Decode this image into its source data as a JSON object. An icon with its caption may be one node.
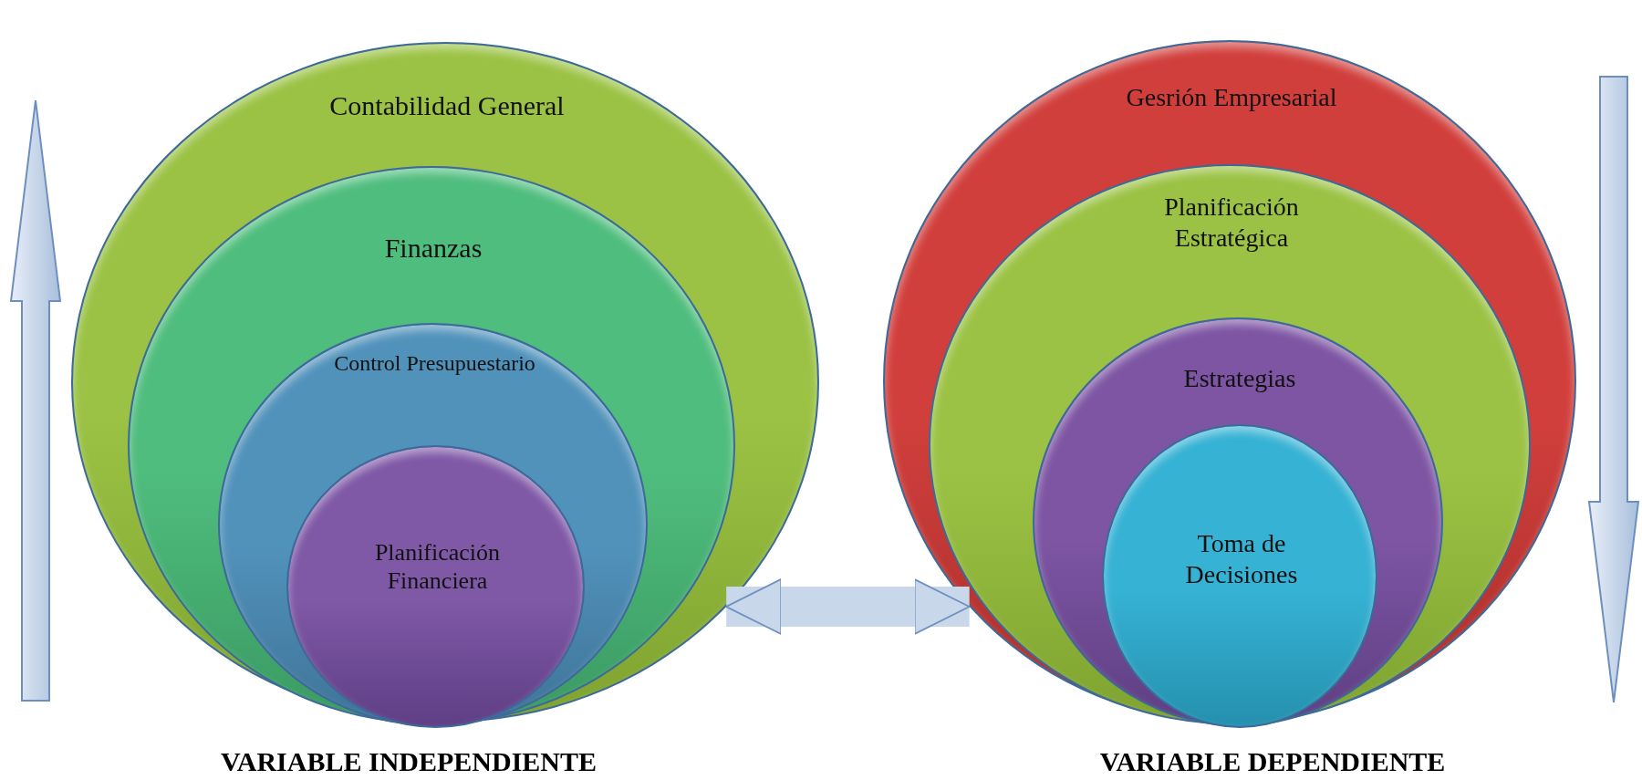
{
  "diagram": {
    "nodes": [
      {
        "text": [
          "Contabilidad General"
        ]
      },
      {
        "text": [
          "Finanzas"
        ],
        "in": 0
      },
      {
        "text": [
          "Control Presupuestario"
        ],
        "in": 1
      },
      {
        "text": [
          "Planificación Financiera"
        ],
        "in": 2
      },
      {
        "text": [
          "Gesrión Empresarial"
        ]
      },
      {
        "text": [
          "Planificación Estratégica"
        ],
        "in": 4
      },
      {
        "text": [
          "Estrategias"
        ],
        "in": 5
      },
      {
        "text": [
          "Toma de Decisiones"
        ],
        "in": 6
      }
    ],
    "edges": [
      {
        "from": 0,
        "to": 4,
        "arrow": "both"
      }
    ],
    "labels": [
      "VARIABLE INDEPENDIENTE",
      "VARIABLE DEPENDIENTE"
    ]
  }
}
